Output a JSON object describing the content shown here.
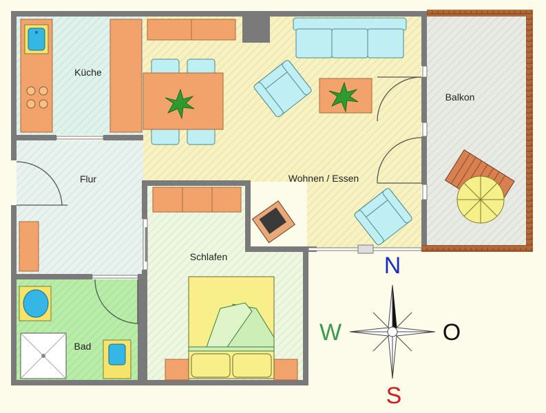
{
  "rooms": {
    "kitchen": "Küche",
    "hall": "Flur",
    "living": "Wohnen / Essen",
    "balcony": "Balkon",
    "bedroom": "Schlafen",
    "bath": "Bad"
  },
  "compass": {
    "north": "N",
    "east": "O",
    "south": "S",
    "west": "W"
  },
  "colors": {
    "page_background": "#fdfbea",
    "wall": "#7a7a7a",
    "kitchen_floor": "#dff2ec",
    "hall_floor": "#e8f3ef",
    "living_floor": "#f8f1c0",
    "bedroom_floor": "#eef8e0",
    "bath_floor": "#b7eda7",
    "balcony_floor": "#e8eae4",
    "furniture_blue": "#bfeff2",
    "furniture_wood": "#e6a06a",
    "plant": "#2e9b2e",
    "bed_yellow": "#f8ef8a",
    "bed_green": "#cdeeb6",
    "umbrella": "#f6f08a",
    "north_letter": "#1a2fbf",
    "east_letter": "#111111",
    "south_letter": "#d21b1b",
    "west_letter": "#3a9a4a"
  }
}
